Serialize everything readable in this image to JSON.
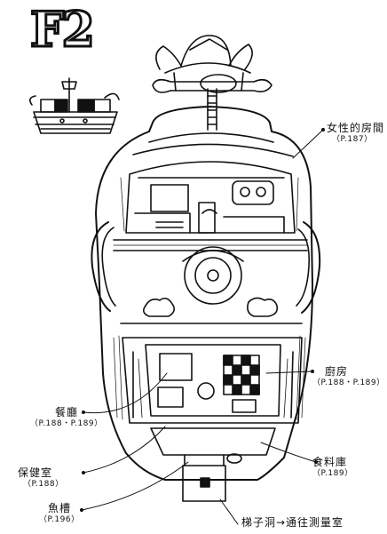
{
  "floor": "F2",
  "callouts": {
    "womens_room": {
      "name": "女性的房間",
      "page": "（P.187）"
    },
    "kitchen": {
      "name": "廚房",
      "page": "（P.188・P.189）"
    },
    "dining": {
      "name": "餐廳",
      "page": "（P.188・P.189）"
    },
    "storage": {
      "name": "保健室",
      "page": "（P.188）"
    },
    "pantry": {
      "name": "食料庫",
      "page": "（P.189）"
    },
    "fish_tank": {
      "name": "魚槽",
      "page": "（P.196）"
    },
    "ladder": {
      "name": "梯子洞→通往測量室"
    }
  }
}
